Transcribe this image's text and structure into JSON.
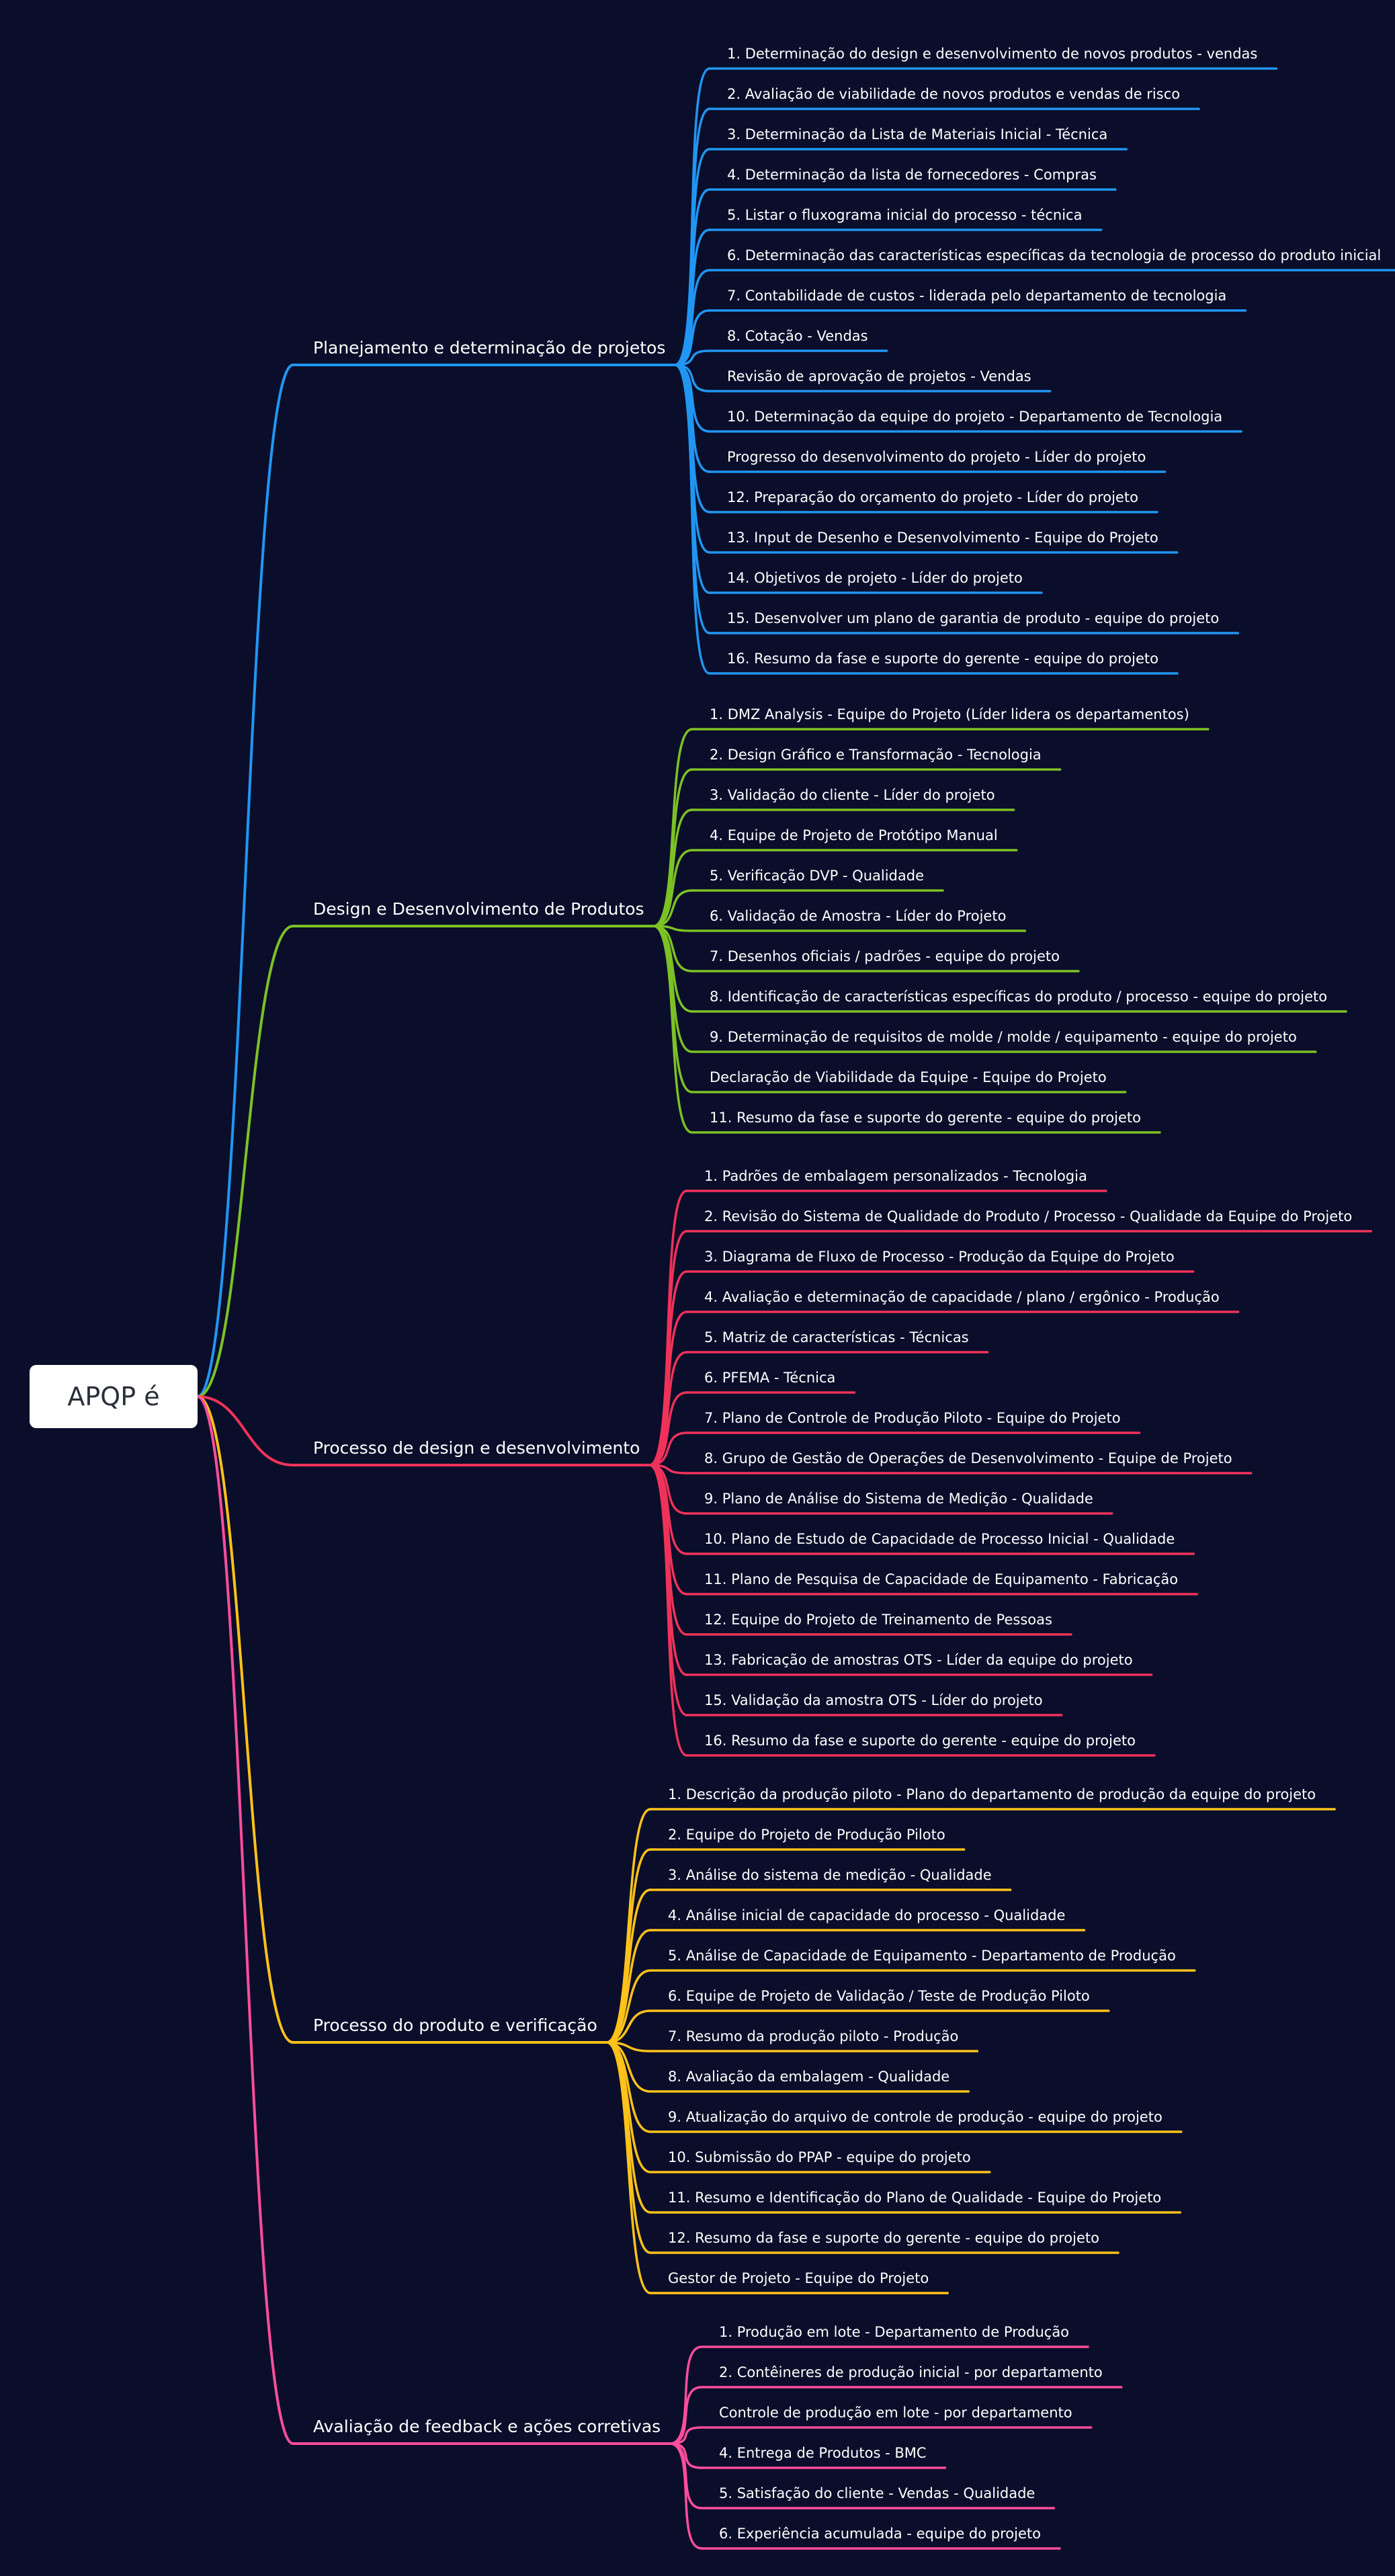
{
  "root": {
    "label": "APQP é"
  },
  "branches": [
    {
      "label": "Planejamento e determinação de projetos",
      "color": "#2196f3",
      "children": [
        "1. Determinação do design e desenvolvimento de novos produtos - vendas",
        "2. Avaliação de viabilidade de novos produtos e vendas de risco",
        "3. Determinação da Lista de Materiais Inicial - Técnica",
        "4. Determinação da lista de fornecedores - Compras",
        "5. Listar o fluxograma inicial do processo - técnica",
        "6. Determinação das características específicas da tecnologia de processo do produto inicial",
        "7. Contabilidade de custos - liderada pelo departamento de tecnologia",
        "8. Cotação - Vendas",
        "Revisão de aprovação de projetos - Vendas",
        "10. Determinação da equipe do projeto - Departamento de Tecnologia",
        "Progresso do desenvolvimento do projeto - Líder do projeto",
        "12. Preparação do orçamento do projeto - Líder do projeto",
        "13. Input de Desenho e Desenvolvimento - Equipe do Projeto",
        "14. Objetivos de projeto - Líder do projeto",
        "15. Desenvolver um plano de garantia de produto - equipe do projeto",
        "16. Resumo da fase e suporte do gerente - equipe do projeto"
      ]
    },
    {
      "label": "Design e Desenvolvimento de Produtos",
      "color": "#7cc224",
      "children": [
        "1. DMZ Analysis - Equipe do Projeto (Líder lidera os departamentos)",
        "2. Design Gráfico e Transformação - Tecnologia",
        "3. Validação do cliente - Líder do projeto",
        "4. Equipe de Projeto de Protótipo Manual",
        "5. Verificação DVP - Qualidade",
        "6. Validação de Amostra - Líder do Projeto",
        "7. Desenhos oficiais / padrões - equipe do projeto",
        "8. Identificação de características específicas do produto / processo - equipe do projeto",
        "9. Determinação de requisitos de molde / molde / equipamento - equipe do projeto",
        "Declaração de Viabilidade da Equipe - Equipe do Projeto",
        "11. Resumo da fase e suporte do gerente - equipe do projeto"
      ]
    },
    {
      "label": "Processo de design e desenvolvimento",
      "color": "#f0325a",
      "children": [
        "1. Padrões de embalagem personalizados - Tecnologia",
        "2. Revisão do Sistema de Qualidade do Produto / Processo - Qualidade da Equipe do Projeto",
        "3. Diagrama de Fluxo de Processo - Produção da Equipe do Projeto",
        "4. Avaliação e determinação de capacidade / plano / ergônico - Produção",
        "5. Matriz de características - Técnicas",
        "6. PFEMA - Técnica",
        "7. Plano de Controle de Produção Piloto - Equipe do Projeto",
        "8. Grupo de Gestão de Operações de Desenvolvimento - Equipe de Projeto",
        "9. Plano de Análise do Sistema de Medição - Qualidade",
        "10. Plano de Estudo de Capacidade de Processo Inicial - Qualidade",
        "11. Plano de Pesquisa de Capacidade de Equipamento - Fabricação",
        "12. Equipe do Projeto de Treinamento de Pessoas",
        "13. Fabricação de amostras OTS - Líder da equipe do projeto",
        "15. Validação da amostra OTS - Líder do projeto",
        "16. Resumo da fase e suporte do gerente - equipe do projeto"
      ]
    },
    {
      "label": "Processo do produto e verificação",
      "color": "#ffc21a",
      "children": [
        "1. Descrição da produção piloto - Plano do departamento de produção da equipe do projeto",
        "2. Equipe do Projeto de Produção Piloto",
        "3. Análise do sistema de medição - Qualidade",
        "4. Análise inicial de capacidade do processo - Qualidade",
        "5. Análise de Capacidade de Equipamento - Departamento de Produção",
        "6. Equipe de Projeto de Validação / Teste de Produção Piloto",
        "7. Resumo da produção piloto - Produção",
        "8. Avaliação da embalagem - Qualidade",
        "9. Atualização do arquivo de controle de produção - equipe do projeto",
        "10. Submissão do PPAP - equipe do projeto",
        "11. Resumo e Identificação do Plano de Qualidade - Equipe do Projeto",
        "12. Resumo da fase e suporte do gerente - equipe do projeto",
        "Gestor de Projeto - Equipe do Projeto"
      ]
    },
    {
      "label": "Avaliação de feedback e ações corretivas",
      "color": "#ff4d9c",
      "children": [
        "1. Produção em lote - Departamento de Produção",
        "2. Contêineres de produção inicial - por departamento",
        "Controle de produção em lote - por departamento",
        "4. Entrega de Produtos - BMC",
        "5. Satisfação do cliente - Vendas - Qualidade",
        "6. Experiência acumulada - equipe do projeto"
      ]
    }
  ]
}
